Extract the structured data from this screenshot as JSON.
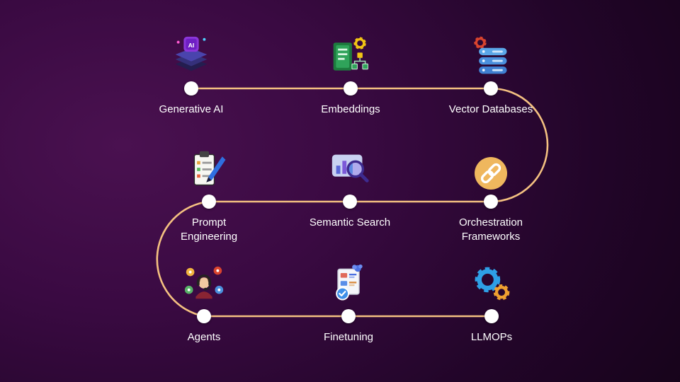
{
  "theme": {
    "background_start": "#4a1150",
    "background_end": "#0d020e",
    "path_color": "#f4c181",
    "node_color": "#ffffff",
    "label_color": "#ffffff",
    "orchestration_circle_color": "#efb75e"
  },
  "roadmap": {
    "items": [
      {
        "label": "Generative AI",
        "icon": "generative-ai-icon",
        "icon_text": "AI"
      },
      {
        "label": "Embeddings",
        "icon": "embeddings-icon"
      },
      {
        "label": "Vector Databases",
        "icon": "vector-databases-icon"
      },
      {
        "label": "Prompt Engineering",
        "icon": "prompt-engineering-icon"
      },
      {
        "label": "Semantic Search",
        "icon": "semantic-search-icon"
      },
      {
        "label": "Orchestration Frameworks",
        "icon": "chain-link-icon"
      },
      {
        "label": "Agents",
        "icon": "agents-icon"
      },
      {
        "label": "Finetuning",
        "icon": "finetuning-icon"
      },
      {
        "label": "LLMOPs",
        "icon": "gears-icon"
      }
    ]
  }
}
